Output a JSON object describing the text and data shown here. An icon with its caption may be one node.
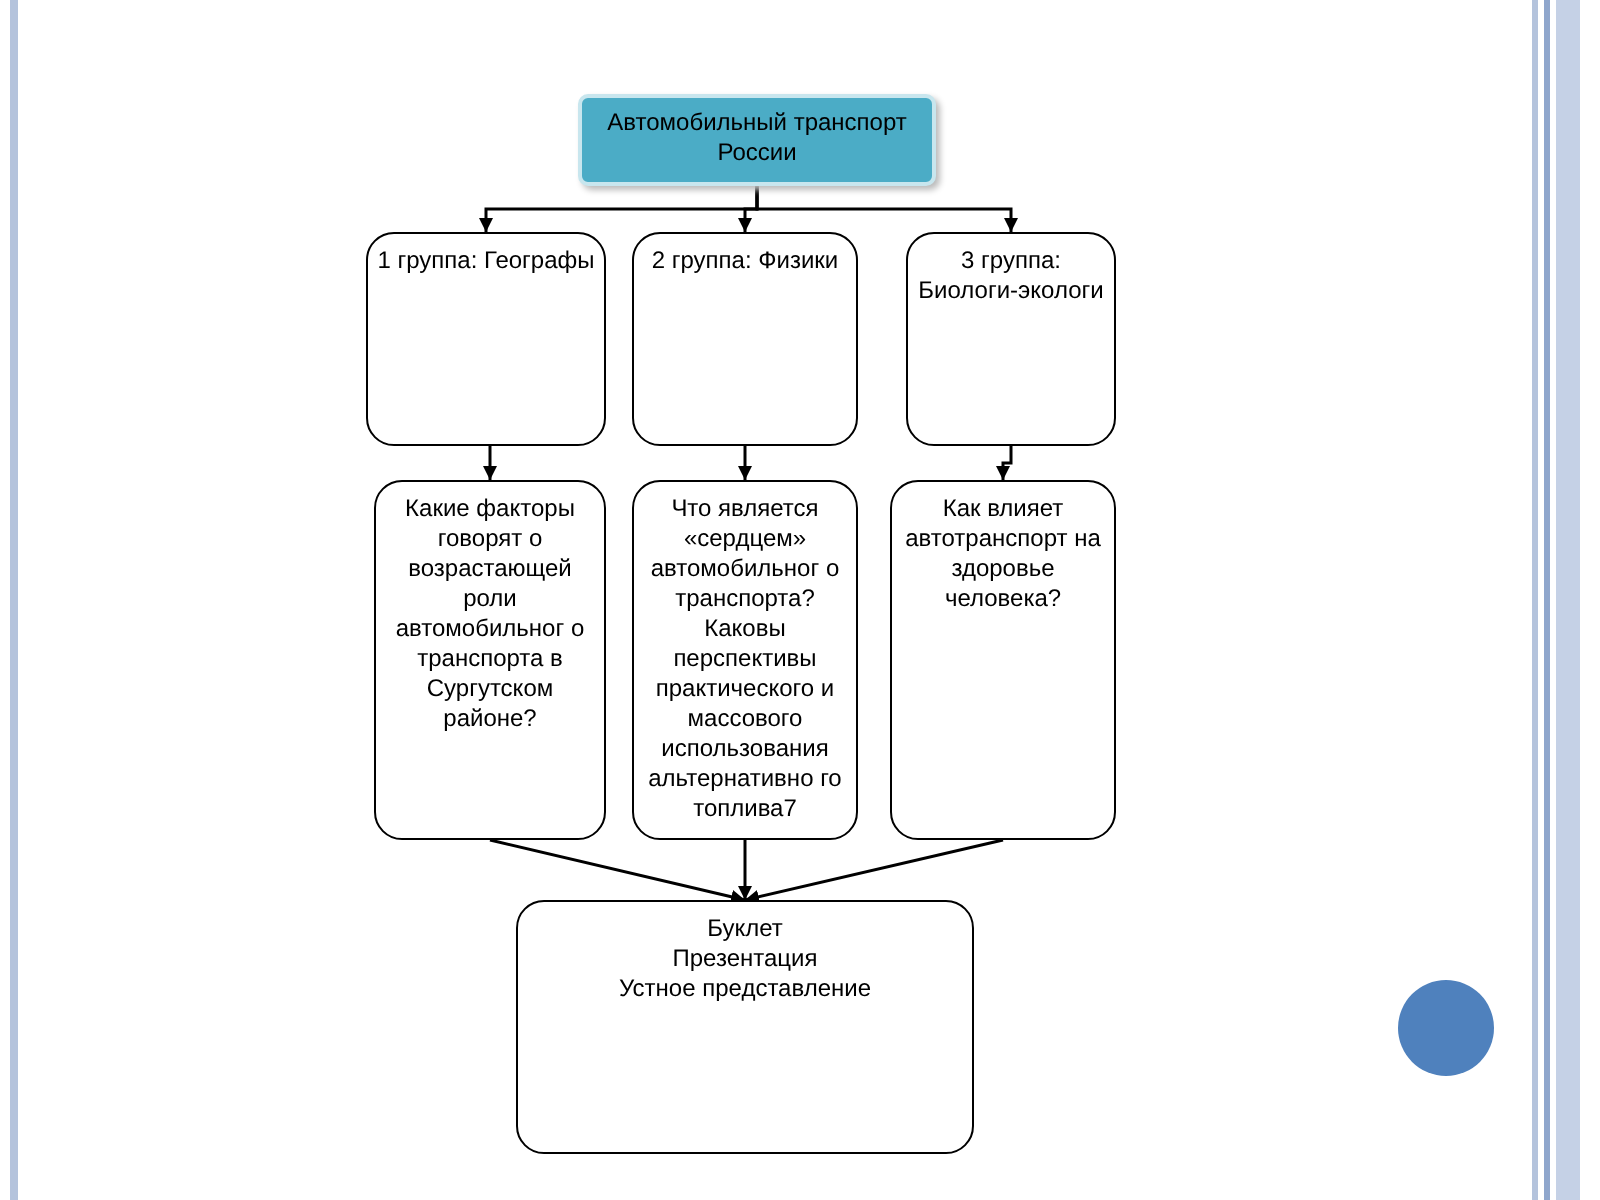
{
  "diagram": {
    "nodes": [
      {
        "text": [
          "Автомобильный транспорт России"
        ]
      },
      {
        "text": [
          "1 группа: Географы"
        ]
      },
      {
        "text": [
          "2 группа: Физики"
        ]
      },
      {
        "text": [
          "3 группа: Биологи-экологи"
        ]
      },
      {
        "text": [
          "Какие факторы говорят о возрастающей роли автомобильног о транспорта в Сургутском районе?"
        ]
      },
      {
        "text": [
          "Что является «сердцем» автомобильног о транспорта? Каковы перспективы практического и массового использования альтернативно го топлива7"
        ]
      },
      {
        "text": [
          "Как влияет автотранспорт на здоровье человека?"
        ]
      },
      {
        "text": [
          "Буклет",
          "Презентация",
          "Устное представление"
        ]
      }
    ],
    "edges": [
      {
        "from": 0,
        "to": 1,
        "arrow": "to"
      },
      {
        "from": 0,
        "to": 2,
        "arrow": "to"
      },
      {
        "from": 0,
        "to": 3,
        "arrow": "to"
      },
      {
        "from": 1,
        "to": 4,
        "arrow": "to"
      },
      {
        "from": 2,
        "to": 5,
        "arrow": "to"
      },
      {
        "from": 3,
        "to": 6,
        "arrow": "to"
      },
      {
        "from": 4,
        "to": 7,
        "arrow": "to"
      },
      {
        "from": 5,
        "to": 7,
        "arrow": "to"
      },
      {
        "from": 6,
        "to": 7,
        "arrow": "to"
      }
    ]
  }
}
